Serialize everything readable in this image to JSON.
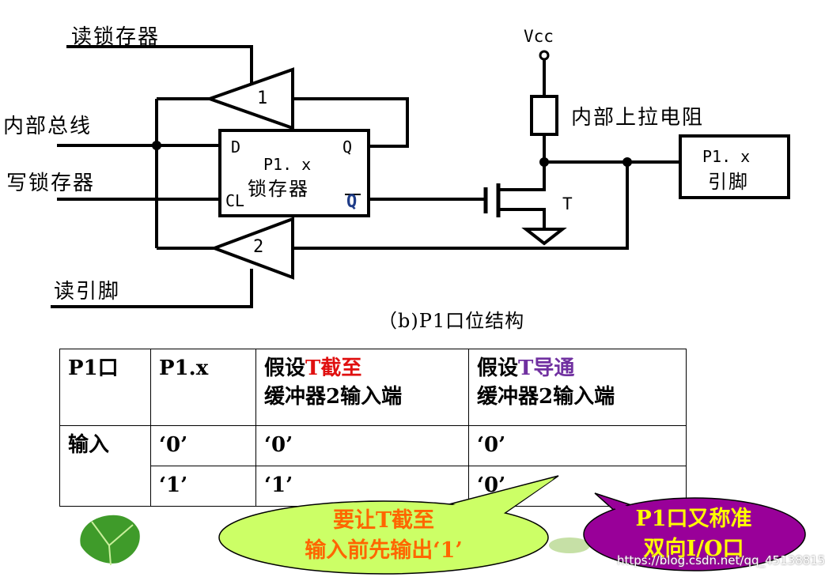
{
  "diagram": {
    "labels": {
      "read_latch": "读锁存器",
      "internal_bus": "内部总线",
      "write_latch": "写锁存器",
      "read_pin": "读引脚",
      "buffer1": "1",
      "buffer2": "2",
      "latch_d": "D",
      "latch_q": "Q",
      "latch_cl": "CL",
      "latch_qbar": "Q",
      "latch_name_1": "P1. x",
      "latch_name_2": "锁存器",
      "vcc": "Vcc",
      "pullup": "内部上拉电阻",
      "transistor": "T",
      "pin_box_1": "P1. x",
      "pin_box_2": "引脚"
    },
    "caption": "（b)P1口位结构"
  },
  "table": {
    "header": {
      "col1": "P1口",
      "col2": "P1.x",
      "col3_a": "假设",
      "col3_b": "T截至",
      "col3_c": "缓冲器2输入端",
      "col4_a": "假设",
      "col4_b": "T",
      "col4_c": "导通",
      "col4_d": "缓冲器2输入端"
    },
    "rows": [
      {
        "c1": "输入",
        "c2": "‘0’",
        "c3": "‘0’",
        "c4": "‘0’"
      },
      {
        "c1": "",
        "c2": "‘1’",
        "c3": "‘1’",
        "c4": "‘0’"
      }
    ]
  },
  "callouts": {
    "yellow_1": "要让T截至",
    "yellow_2": "输入前先输出‘1’",
    "purple_1": "P1口又称准",
    "purple_2": "双向I/O口"
  },
  "watermark": "https://blog.csdn.net/qq_45138815",
  "colors": {
    "red_text": "#e01010",
    "purple_text": "#7030a0",
    "callout_yellow": "#ccff66",
    "callout_purple": "#990099",
    "callout_text": "#ff6600",
    "purple_callout_text": "#ffff00"
  }
}
